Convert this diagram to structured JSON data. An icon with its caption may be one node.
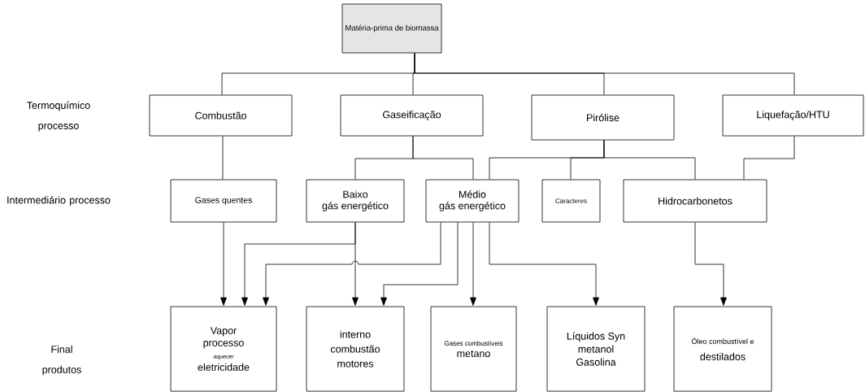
{
  "diagram": {
    "nodes": [
      {
        "text": [
          "Matéria-prima de biomassa"
        ]
      },
      {
        "text": [
          "Combustão"
        ]
      },
      {
        "text": [
          "Gaseificação"
        ]
      },
      {
        "text": [
          "Pirólise"
        ]
      },
      {
        "text": [
          "Liquefação/HTU"
        ]
      },
      {
        "text": [
          "Gases quentes"
        ]
      },
      {
        "text": [
          "Baixo",
          "gás energético"
        ]
      },
      {
        "text": [
          "Médio",
          "gás energético"
        ]
      },
      {
        "text": [
          "Caracteres"
        ]
      },
      {
        "text": [
          "Hidrocarbonetos"
        ]
      },
      {
        "text": [
          "Vapor",
          "processo",
          "aquecer",
          "eletricidade"
        ]
      },
      {
        "text": [
          "interno",
          "combustão",
          "motores"
        ]
      },
      {
        "text": [
          "Gases combustíveis",
          "metano"
        ]
      },
      {
        "text": [
          "Líquidos Syn",
          "metanol",
          "Gasolina"
        ]
      },
      {
        "text": [
          "Óleo combustível e",
          "destilados"
        ]
      }
    ],
    "edges": [
      {
        "from": 0,
        "to": 1,
        "arrow": "none"
      },
      {
        "from": 0,
        "to": 2,
        "arrow": "none"
      },
      {
        "from": 0,
        "to": 3,
        "arrow": "none"
      },
      {
        "from": 0,
        "to": 4,
        "arrow": "none"
      },
      {
        "from": 1,
        "to": 5,
        "arrow": "none"
      },
      {
        "from": 2,
        "to": 6,
        "arrow": "none"
      },
      {
        "from": 2,
        "to": 7,
        "arrow": "none"
      },
      {
        "from": 3,
        "to": 7,
        "arrow": "none"
      },
      {
        "from": 3,
        "to": 8,
        "arrow": "none"
      },
      {
        "from": 3,
        "to": 9,
        "arrow": "none"
      },
      {
        "from": 4,
        "to": 9,
        "arrow": "none"
      },
      {
        "from": 5,
        "to": 10,
        "arrow": "to"
      },
      {
        "from": 6,
        "to": 10,
        "arrow": "to"
      },
      {
        "from": 6,
        "to": 11,
        "arrow": "to"
      },
      {
        "from": 7,
        "to": 10,
        "arrow": "to"
      },
      {
        "from": 7,
        "to": 11,
        "arrow": "to"
      },
      {
        "from": 7,
        "to": 12,
        "arrow": "to"
      },
      {
        "from": 7,
        "to": 13,
        "arrow": "to"
      },
      {
        "from": 9,
        "to": 14,
        "arrow": "to"
      }
    ],
    "labels": [
      "Termoquímico processo",
      "Intermediário processo",
      "Final produtos"
    ]
  }
}
